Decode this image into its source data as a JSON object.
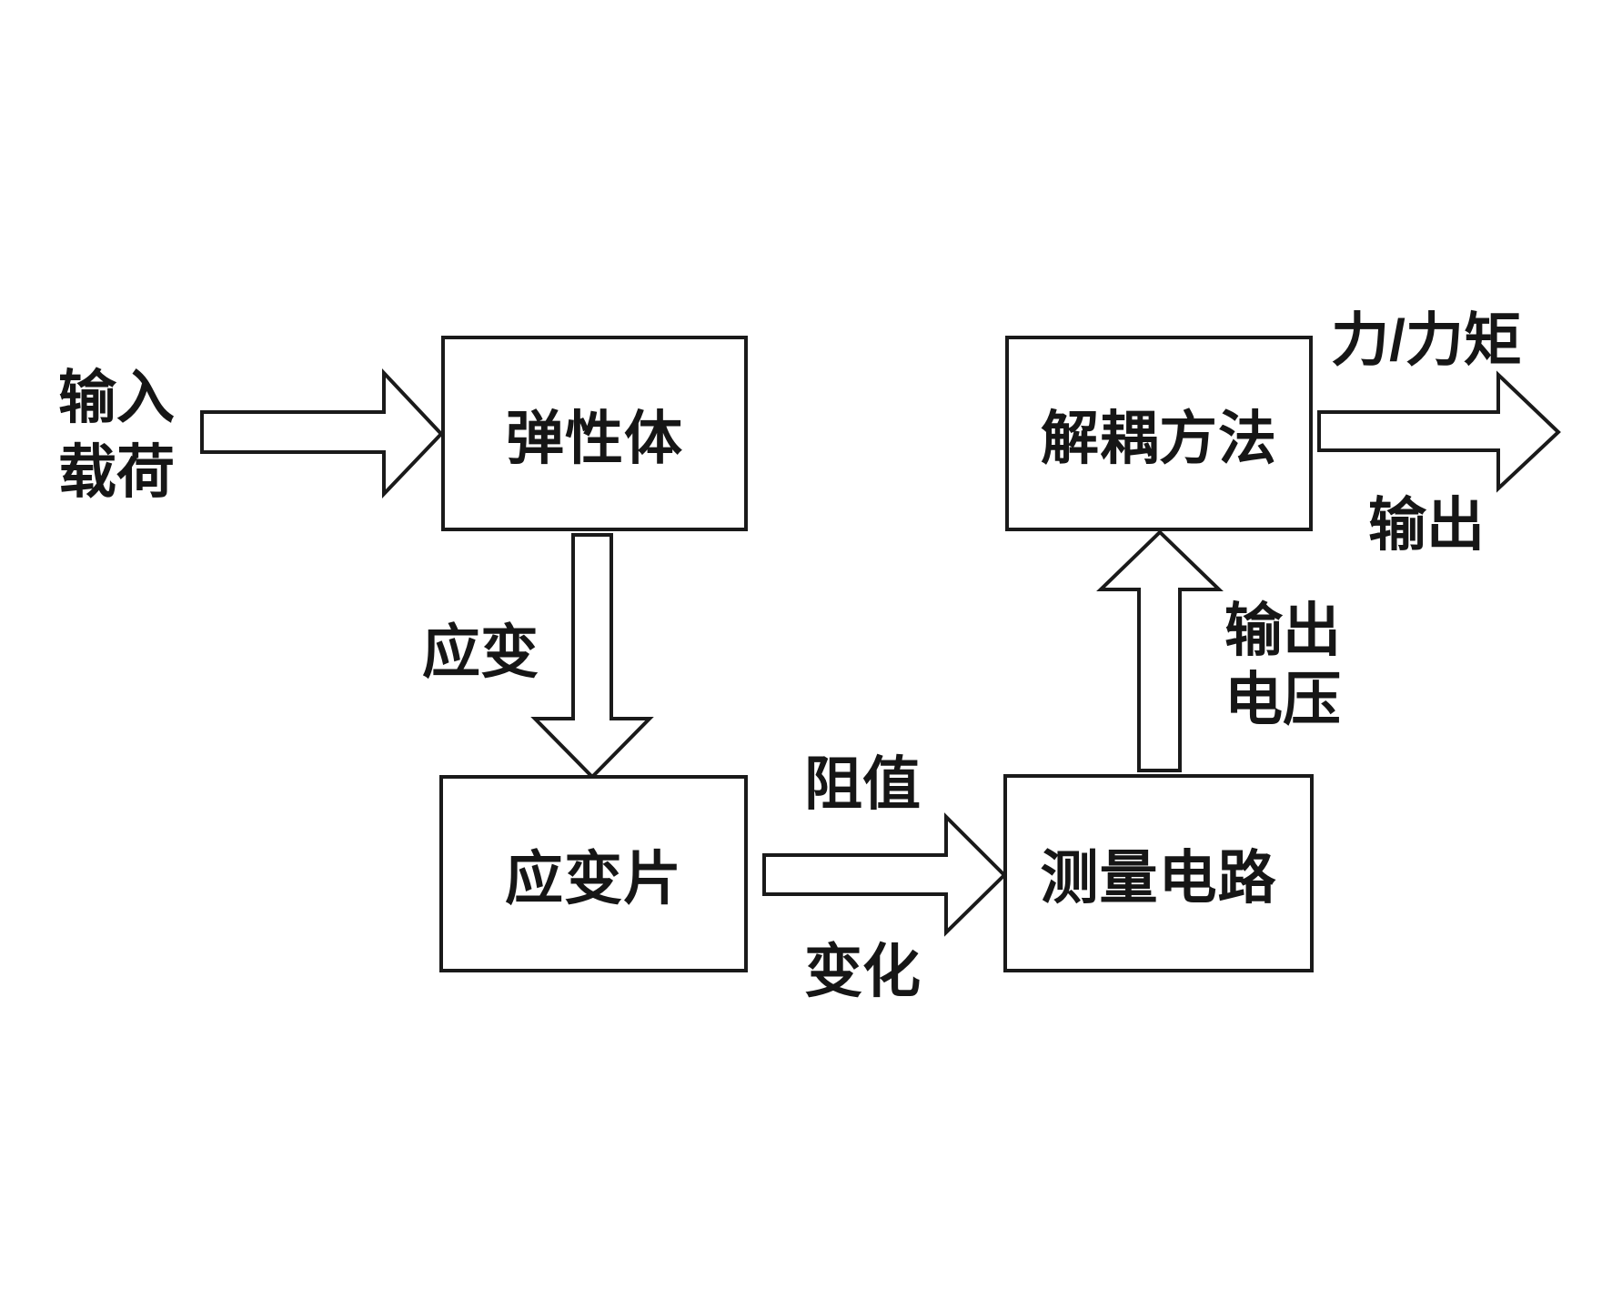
{
  "colors": {
    "background": "#ffffff",
    "stroke": "#1a1a1a",
    "text": "#161616"
  },
  "input_source": {
    "line1": "输入",
    "line2": "载荷"
  },
  "nodes": [
    {
      "id": "elastic-body",
      "label": "弹性体"
    },
    {
      "id": "strain-gauge",
      "label": "应变片"
    },
    {
      "id": "measurement-circuit",
      "label": "测量电路"
    },
    {
      "id": "decoupling-method",
      "label": "解耦方法"
    }
  ],
  "edge_labels": {
    "strain": "应变",
    "resistance_change_line1": "阻值",
    "resistance_change_line2": "变化",
    "output_voltage_line1": "输出",
    "output_voltage_line2": "电压",
    "force_torque": "力/力矩",
    "output": "输出"
  }
}
